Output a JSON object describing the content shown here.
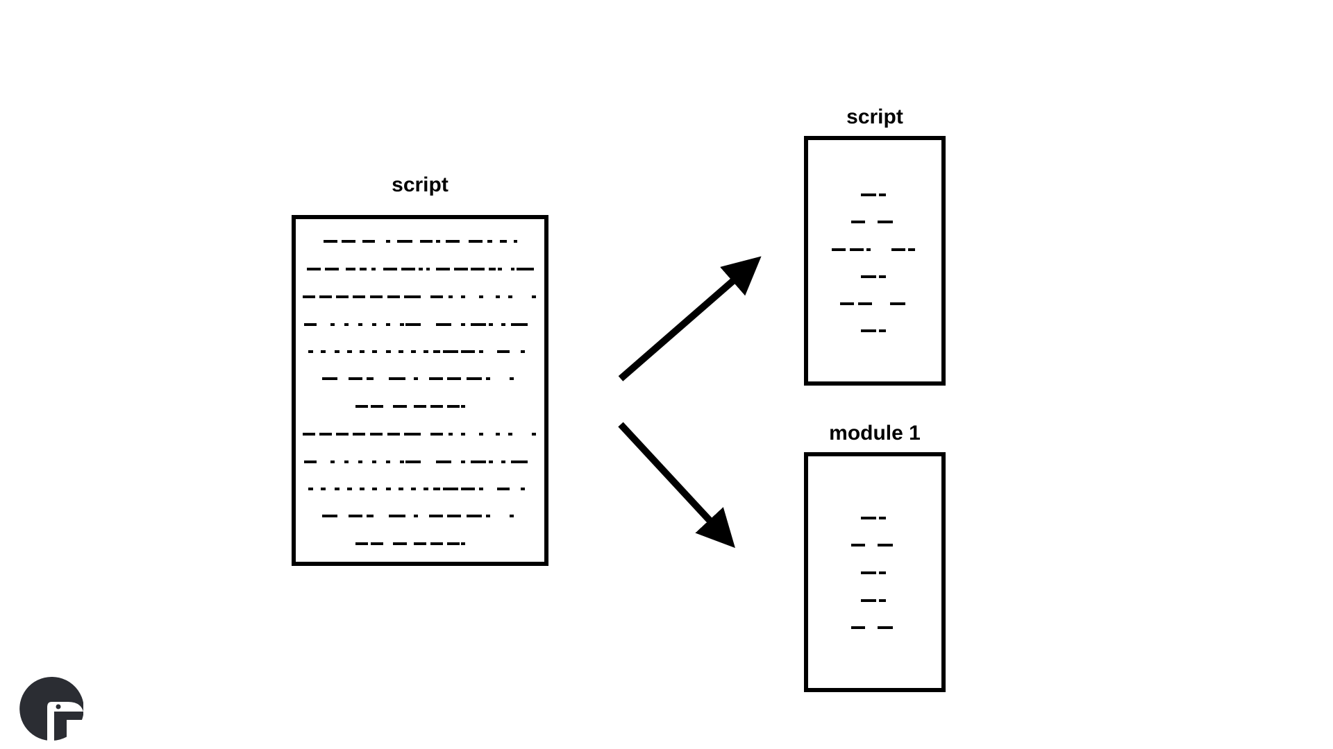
{
  "diagram": {
    "left_box": {
      "title": "script"
    },
    "top_right_box": {
      "title": "script"
    },
    "bottom_right_box": {
      "title": "module 1"
    }
  },
  "colors": {
    "ink": "#000000",
    "background": "#ffffff",
    "logo": "#2b2d33"
  },
  "icons": {
    "logo": "python-logo-icon",
    "arrows": [
      "arrow-up-right-icon",
      "arrow-down-right-icon"
    ]
  }
}
